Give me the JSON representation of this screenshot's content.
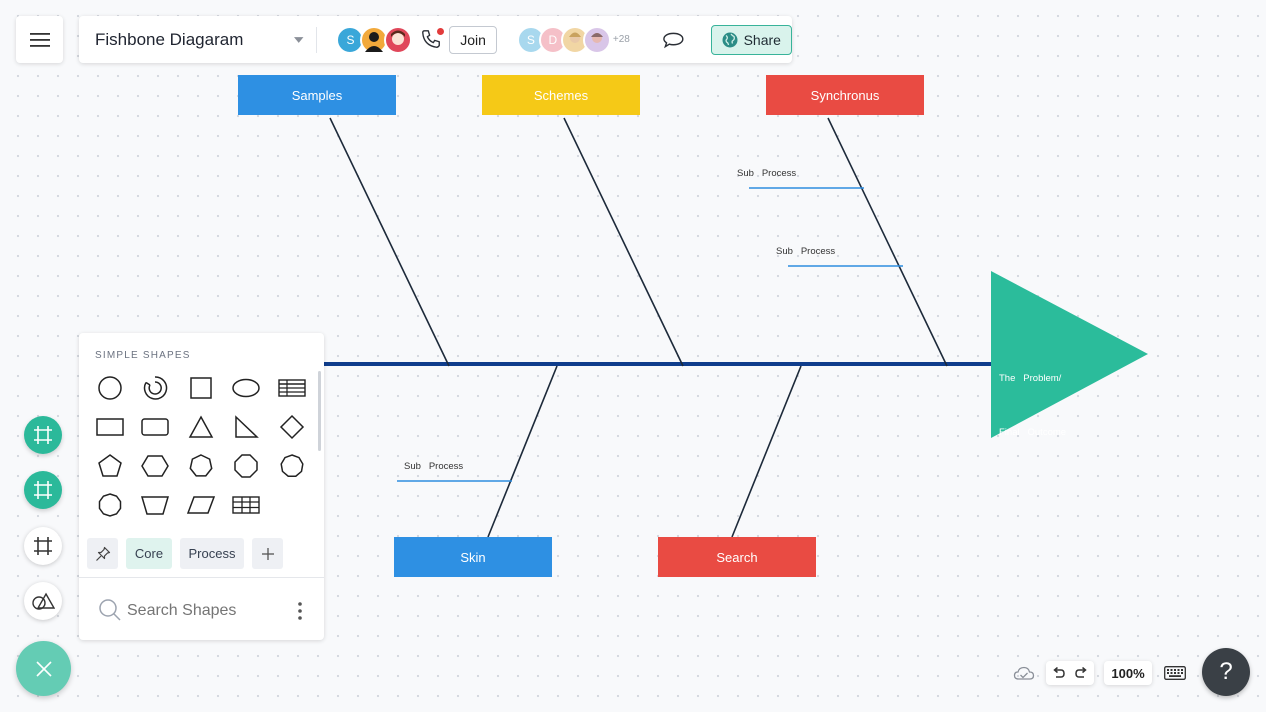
{
  "menu": {
    "icon": "hamburger-menu-icon"
  },
  "header": {
    "title": "Fishbone Diagaram",
    "dropdown_icon": "caret-down-icon",
    "collaborators": [
      {
        "initial": "S",
        "color": "#3aa7d9"
      },
      {
        "initial": "",
        "color": "#f2a93b",
        "type": "photo"
      },
      {
        "initial": "",
        "color": "#e0475a",
        "type": "photo"
      }
    ],
    "call_icon": "phone-icon",
    "join_label": "Join",
    "viewers": [
      {
        "initial": "S",
        "color": "#a8d8ee"
      },
      {
        "initial": "D",
        "color": "#f5c0c8"
      },
      {
        "initial": "",
        "color": "#f1d6a4",
        "type": "photo"
      },
      {
        "initial": "",
        "color": "#d9c6e8",
        "type": "photo"
      }
    ],
    "viewer_count": "+28",
    "comment_icon": "comment-bubble-icon",
    "share_label": "Share",
    "share_icon": "globe-icon"
  },
  "diagram": {
    "top_boxes": [
      {
        "label": "Samples",
        "color": "#2e90e3"
      },
      {
        "label": "Schemes",
        "color": "#f5c917"
      },
      {
        "label": "Synchronus",
        "color": "#e94b43"
      }
    ],
    "bottom_boxes": [
      {
        "label": "Skin",
        "color": "#2e90e3"
      },
      {
        "label": "Search",
        "color": "#e94b43"
      }
    ],
    "sub_process_labels": [
      "Sub   Process",
      "Sub   Process",
      "Sub   Process"
    ],
    "head": {
      "line1": "The   Problem/",
      "line2": "Final   Outcome",
      "color": "#2bbc9b"
    },
    "spine_color": "#0f3d8c"
  },
  "shapes_panel": {
    "heading": "SIMPLE SHAPES",
    "shapes": [
      "circle-shape",
      "ring-shape",
      "square-shape",
      "ellipse-shape",
      "table-shape",
      "rectangle-shape",
      "rounded-rectangle-shape",
      "triangle-shape",
      "right-triangle-shape",
      "diamond-shape",
      "pentagon-shape",
      "hexagon-shape",
      "heptagon-shape",
      "octagon-shape",
      "nonagon-shape",
      "decagon-shape",
      "trapezoid-shape",
      "parallelogram-shape",
      "grid-table-shape"
    ],
    "tabs": [
      {
        "label": "",
        "icon": "pin-icon"
      },
      {
        "label": "Core",
        "active": true
      },
      {
        "label": "Process"
      },
      {
        "label": "",
        "icon": "plus-icon"
      }
    ],
    "search_placeholder": "Search Shapes"
  },
  "left_toolbar": {
    "tools": [
      "frame-icon",
      "frame-icon",
      "frame-icon",
      "shapes-icon"
    ],
    "close_icon": "close-icon"
  },
  "bottom_bar": {
    "cloud_icon": "cloud-sync-icon",
    "undo_icon": "undo-icon",
    "redo_icon": "redo-icon",
    "zoom": "100%",
    "keyboard_icon": "keyboard-icon",
    "help_label": "?"
  }
}
